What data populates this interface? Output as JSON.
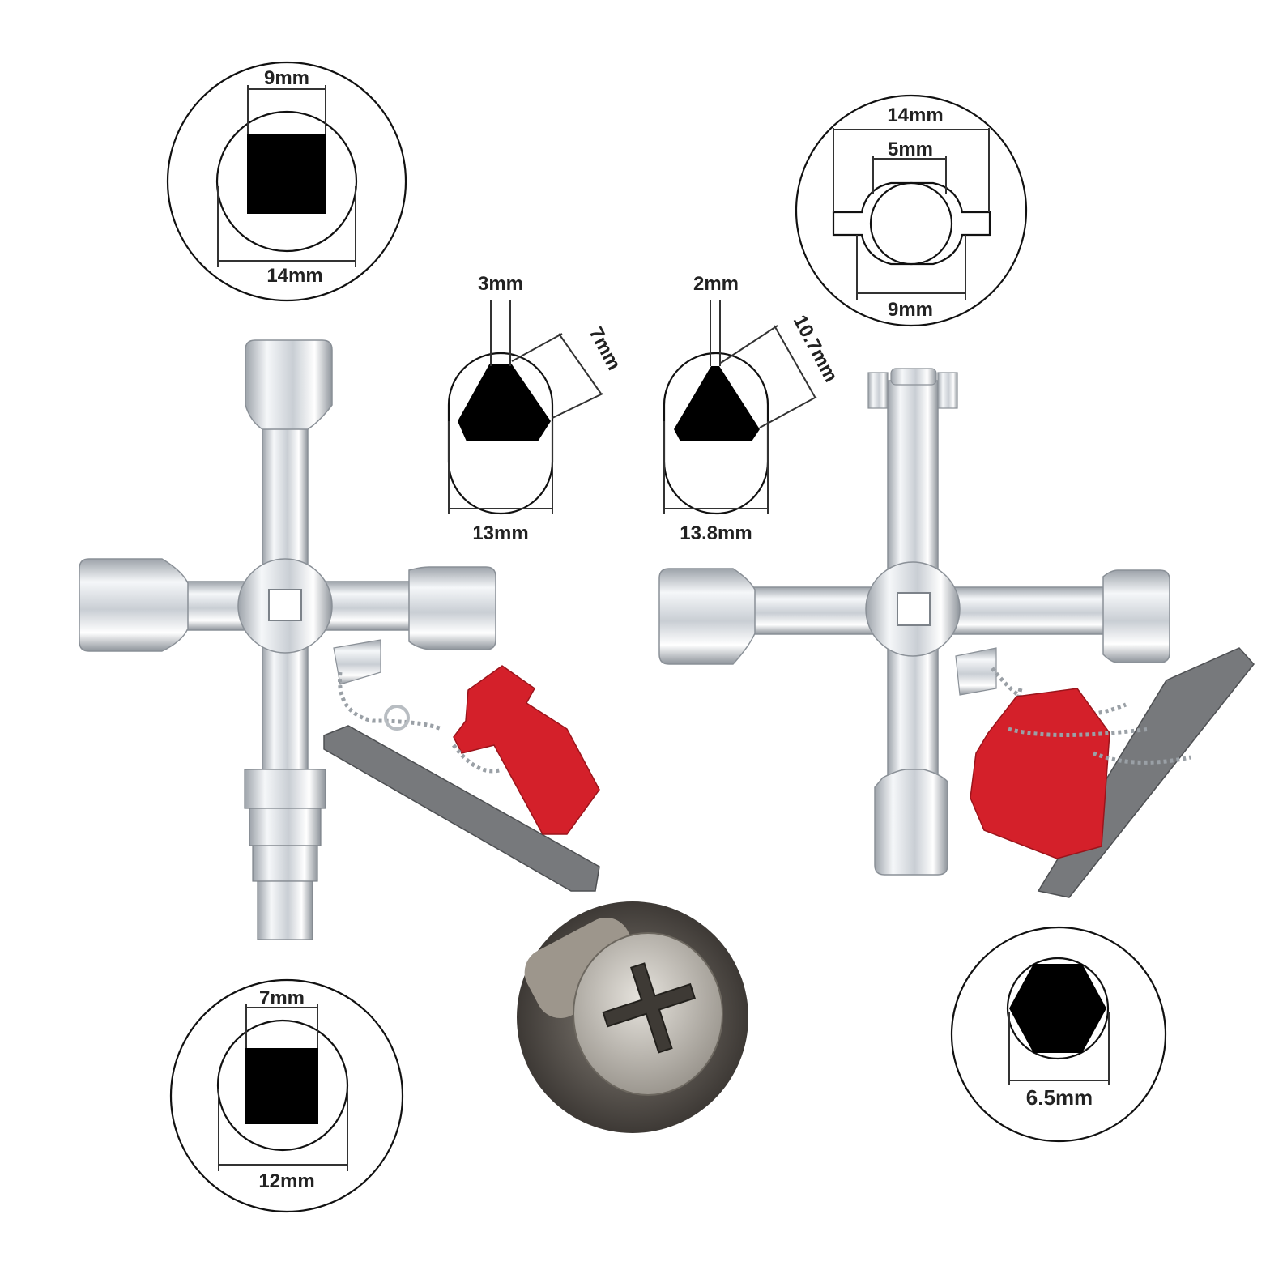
{
  "labels": {
    "square_large_top": "9mm",
    "square_large_bottom": "14mm",
    "triangle_left_top": "3mm",
    "triangle_left_side": "7mm",
    "triangle_left_bottom": "13mm",
    "triangle_right_top": "2mm",
    "triangle_right_side": "10.7mm",
    "triangle_right_bottom": "13.8mm",
    "double_bit_top": "14mm",
    "double_bit_inner": "5mm",
    "double_bit_bottom": "9mm",
    "square_small_top": "7mm",
    "square_small_bottom": "12mm",
    "hexagon_bottom": "6.5mm"
  },
  "colors": {
    "profile_fill": "#000000",
    "chrome": "#d9dde2",
    "red_adapter": "#d4202a",
    "bit_gray": "#77797c"
  }
}
